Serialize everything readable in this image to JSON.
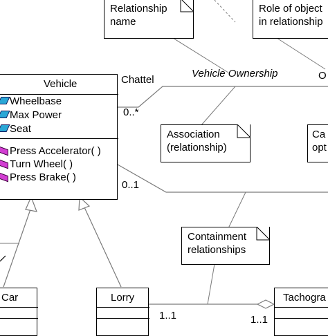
{
  "vehicle": {
    "title": "Vehicle",
    "attributes": [
      "Wheelbase",
      "Max Power",
      "Seat"
    ],
    "operations": [
      "Press Accelerator( )",
      "Turn Wheel( )",
      "Press Brake( )"
    ]
  },
  "car": {
    "title": "Car"
  },
  "lorry": {
    "title": "Lorry"
  },
  "tachograph": {
    "title": "Tachogra"
  },
  "notes": {
    "relationship_name": [
      "Relationship",
      "name"
    ],
    "role_of_object": [
      "Role of object",
      "in relationship"
    ],
    "association": [
      "Association",
      "(relationship)"
    ],
    "containment": [
      "Containment",
      "relationships"
    ],
    "cardinality_partial": [
      "Ca",
      "opt"
    ]
  },
  "labels": {
    "chattel": "Chattel",
    "vehicle_ownership": "Vehicle Ownership",
    "owner_partial": "O",
    "mult_0_many": "0..*",
    "mult_0_1": "0..1",
    "mult_1_1_a": "1..1",
    "mult_1_1_b": "1..1"
  },
  "colors": {
    "attribute_icon": "#2aa7d6",
    "operation_icon": "#d23ed2",
    "line": "#7a7a7a"
  }
}
